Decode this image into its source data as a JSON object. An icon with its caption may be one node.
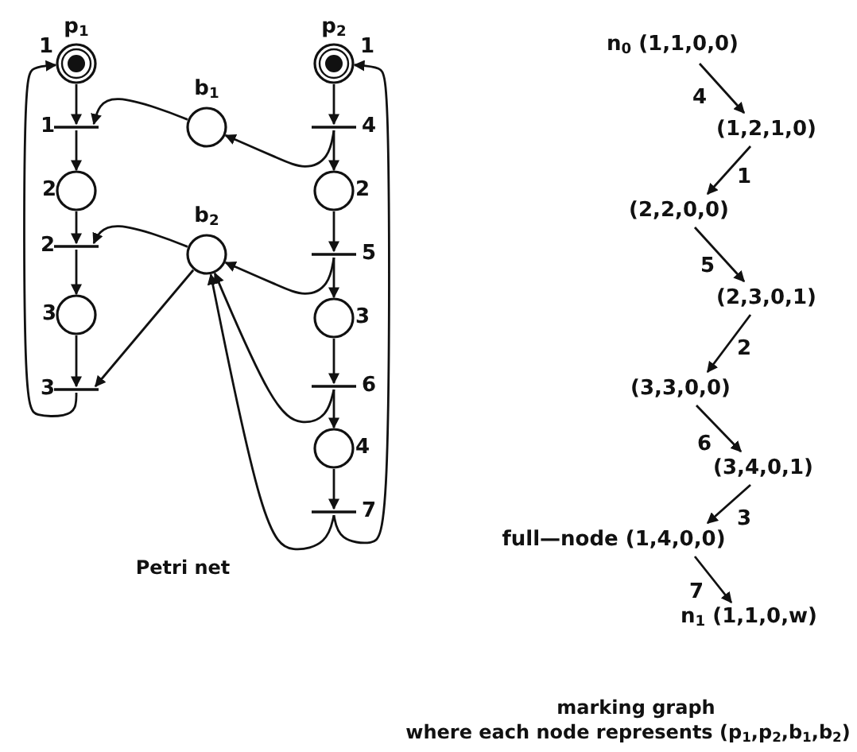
{
  "diagram": {
    "nodes": [
      {
        "text": [
          "p$_{1}$"
        ],
        "beside": [
          "1"
        ]
      },
      {
        "text": [
          "1"
        ]
      },
      {
        "text": [
          "2"
        ]
      },
      {
        "text": [
          "2"
        ]
      },
      {
        "text": [
          "3"
        ]
      },
      {
        "text": [
          "3"
        ]
      },
      {
        "text": [
          "b$_{1}$"
        ]
      },
      {
        "text": [
          "b$_{2}$"
        ]
      },
      {
        "text": [
          "p$_{2}$"
        ],
        "beside": [
          "1"
        ]
      },
      {
        "text": [
          "4"
        ]
      },
      {
        "text": [
          "2"
        ]
      },
      {
        "text": [
          "5"
        ]
      },
      {
        "text": [
          "3"
        ]
      },
      {
        "text": [
          "6"
        ]
      },
      {
        "text": [
          "4"
        ]
      },
      {
        "text": [
          "7"
        ]
      },
      {
        "text": [
          "n$_{0}$ (1,1,0,0)"
        ]
      },
      {
        "text": [
          "(1,2,1,0)"
        ]
      },
      {
        "text": [
          "(2,2,0,0)"
        ]
      },
      {
        "text": [
          "(2,3,0,1)"
        ]
      },
      {
        "text": [
          "(3,3,0,0)"
        ]
      },
      {
        "text": [
          "(3,4,0,1)"
        ]
      },
      {
        "text": [
          "full—node (1,4,0,0)"
        ]
      },
      {
        "text": [
          "n$_{1}$ (1,1,0,w)"
        ]
      }
    ],
    "edges": [
      {
        "from": 0,
        "to": 1,
        "arrow": "to"
      },
      {
        "from": 1,
        "to": 2,
        "arrow": "to"
      },
      {
        "from": 2,
        "to": 3,
        "arrow": "to"
      },
      {
        "from": 3,
        "to": 4,
        "arrow": "to"
      },
      {
        "from": 4,
        "to": 5,
        "arrow": "to"
      },
      {
        "from": 5,
        "to": 0,
        "arrow": "to"
      },
      {
        "from": 6,
        "to": 1,
        "arrow": "to"
      },
      {
        "from": 9,
        "to": 6,
        "arrow": "to"
      },
      {
        "from": 7,
        "to": 3,
        "arrow": "to"
      },
      {
        "from": 11,
        "to": 7,
        "arrow": "to"
      },
      {
        "from": 7,
        "to": 5,
        "arrow": "to"
      },
      {
        "from": 13,
        "to": 7,
        "arrow": "to"
      },
      {
        "from": 15,
        "to": 7,
        "arrow": "to"
      },
      {
        "from": 8,
        "to": 9,
        "arrow": "to"
      },
      {
        "from": 9,
        "to": 10,
        "arrow": "to"
      },
      {
        "from": 10,
        "to": 11,
        "arrow": "to"
      },
      {
        "from": 11,
        "to": 12,
        "arrow": "to"
      },
      {
        "from": 12,
        "to": 13,
        "arrow": "to"
      },
      {
        "from": 13,
        "to": 14,
        "arrow": "to"
      },
      {
        "from": 14,
        "to": 15,
        "arrow": "to"
      },
      {
        "from": 15,
        "to": 8,
        "arrow": "to"
      },
      {
        "from": 16,
        "to": 17,
        "label": "4",
        "arrow": "to"
      },
      {
        "from": 17,
        "to": 18,
        "label": "1",
        "arrow": "to"
      },
      {
        "from": 18,
        "to": 19,
        "label": "5",
        "arrow": "to"
      },
      {
        "from": 19,
        "to": 20,
        "label": "2",
        "arrow": "to"
      },
      {
        "from": 20,
        "to": 21,
        "label": "6",
        "arrow": "to"
      },
      {
        "from": 21,
        "to": 22,
        "label": "3",
        "arrow": "to"
      },
      {
        "from": 22,
        "to": 23,
        "label": "7",
        "arrow": "to"
      }
    ],
    "labels": [
      "Petri net",
      "marking graph",
      "where each node represents (p$_{1}$,p$_{2}$,b$_{1}$,b$_{2}$)"
    ]
  }
}
